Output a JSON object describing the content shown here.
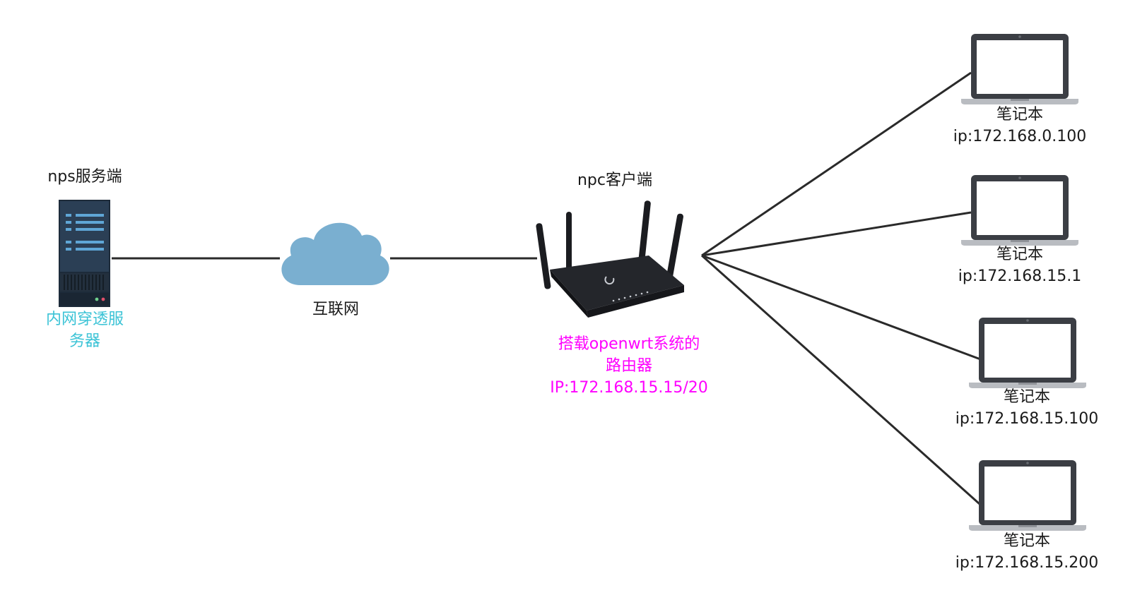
{
  "server": {
    "title": "nps服务端",
    "caption_line1": "内网穿透服",
    "caption_line2": "务器",
    "caption_color": "#3bc3d6",
    "icon": "server-tower-icon"
  },
  "internet": {
    "label": "互联网",
    "icon": "cloud-icon",
    "cloud_color": "#7aafd0"
  },
  "router": {
    "title": "npc客户端",
    "caption_line1": "搭载openwrt系统的",
    "caption_line2": "路由器",
    "caption_line3": "IP:172.168.15.15/20",
    "caption_color": "#ff00ff",
    "icon": "wifi-router-icon"
  },
  "laptops": [
    {
      "name": "笔记本",
      "ip": "ip:172.168.0.100",
      "icon": "laptop-icon"
    },
    {
      "name": "笔记本",
      "ip": "ip:172.168.15.1",
      "icon": "laptop-icon"
    },
    {
      "name": "笔记本",
      "ip": "ip:172.168.15.100",
      "icon": "laptop-icon"
    },
    {
      "name": "笔记本",
      "ip": "ip:172.168.15.200",
      "icon": "laptop-icon"
    }
  ]
}
